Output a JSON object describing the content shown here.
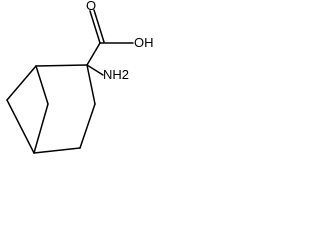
{
  "molecule": {
    "atoms": {
      "hydroxyl": "OH",
      "carbonyl_oxygen": "O",
      "amino": "NH2"
    },
    "colors": {
      "bond": "#000000",
      "label": "#000000",
      "background": "#ffffff"
    }
  }
}
